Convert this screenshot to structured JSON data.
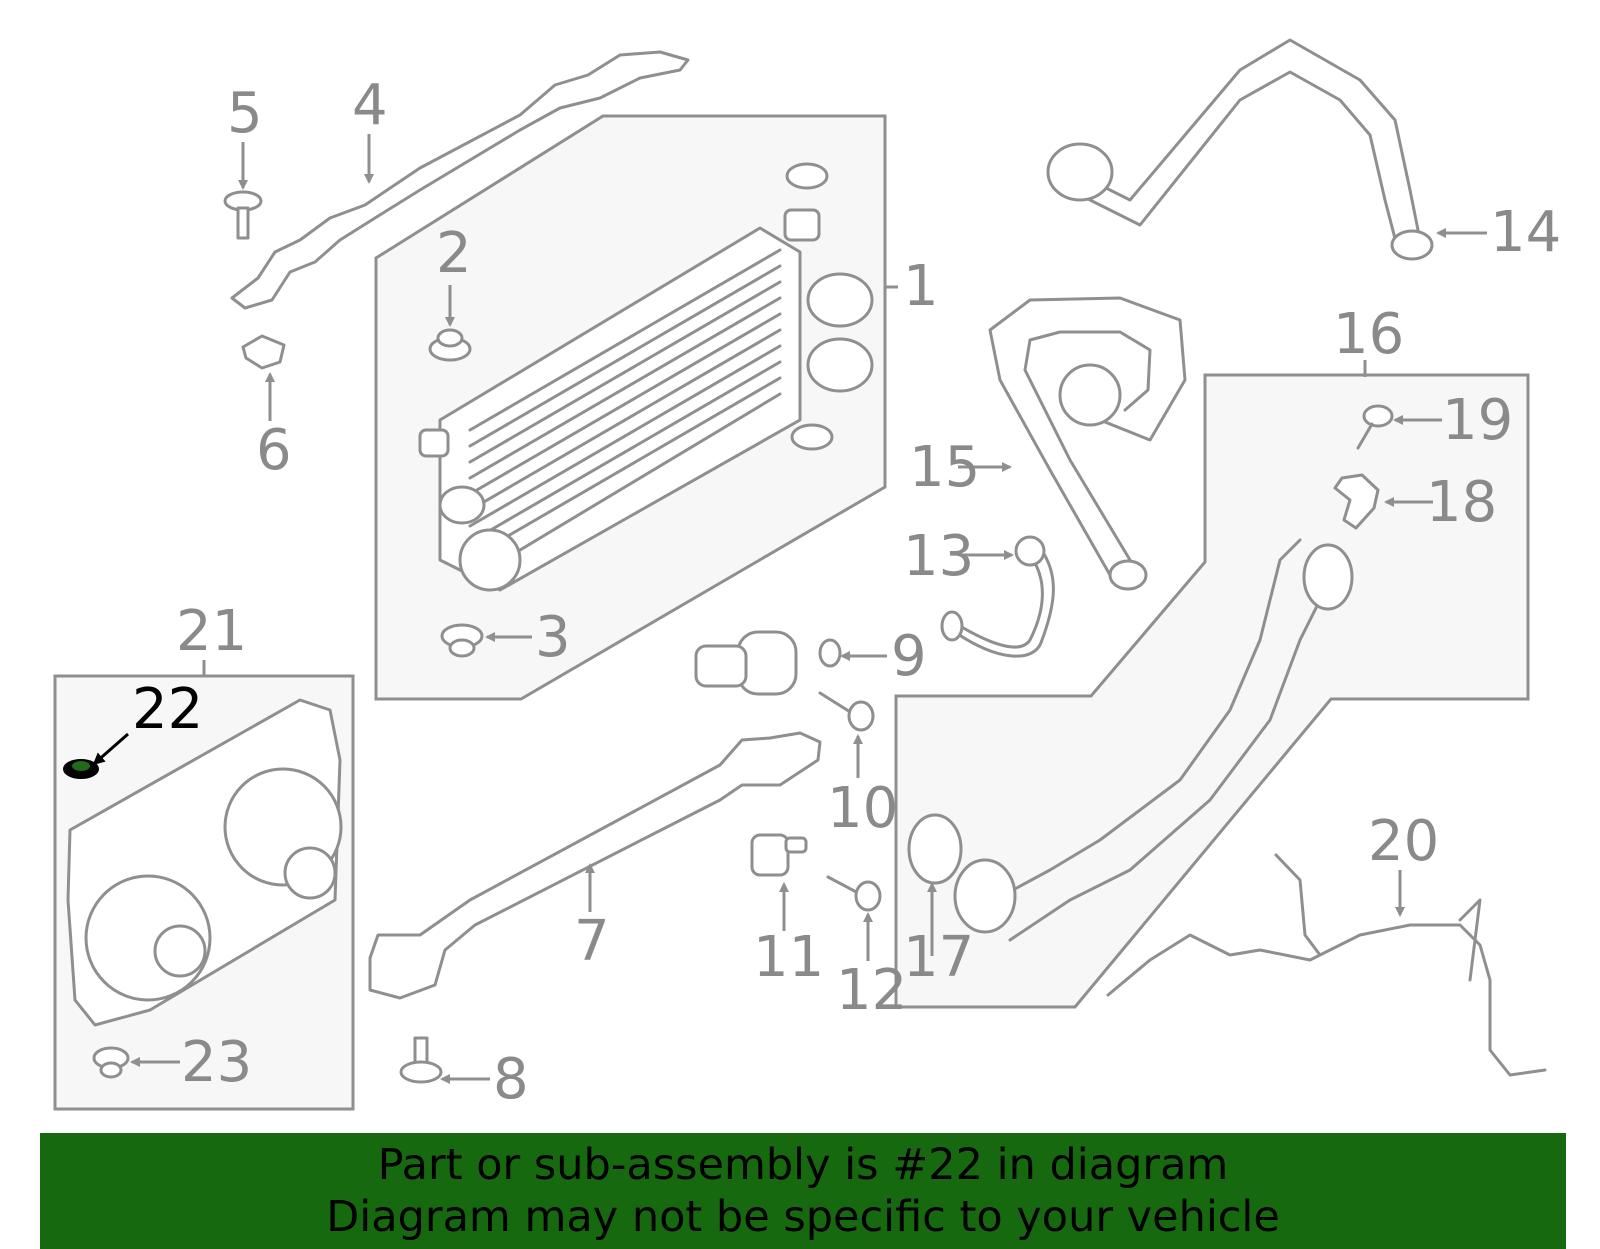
{
  "callouts": {
    "c1": "1",
    "c2": "2",
    "c3": "3",
    "c4": "4",
    "c5": "5",
    "c6": "6",
    "c7": "7",
    "c8": "8",
    "c9": "9",
    "c10": "10",
    "c11": "11",
    "c12": "12",
    "c13": "13",
    "c14": "14",
    "c15": "15",
    "c16": "16",
    "c17": "17",
    "c18": "18",
    "c19": "19",
    "c20": "20",
    "c21": "21",
    "c22": "22",
    "c23": "23"
  },
  "highlight": {
    "part": "22",
    "color": "#000000"
  },
  "footer": {
    "line1": "Part or sub-assembly is #22 in diagram",
    "line2": "Diagram may not be specific to your vehicle",
    "background": "#176910"
  }
}
